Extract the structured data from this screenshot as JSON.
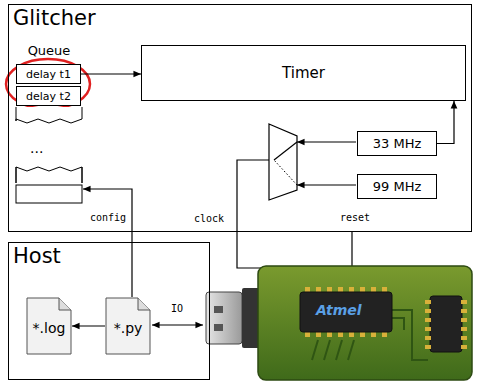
{
  "diagram": {
    "nodes": [
      {
        "text": [
          "Glitcher"
        ]
      },
      {
        "text": [
          "Queue"
        ],
        "in": 0
      },
      {
        "text": [
          "delay t1"
        ],
        "in": 1
      },
      {
        "text": [
          "delay t2"
        ],
        "in": 1
      },
      {
        "text": [
          "Timer"
        ],
        "in": 0
      },
      {
        "text": [
          "33 MHz"
        ],
        "in": 0
      },
      {
        "text": [
          "99 MHz"
        ],
        "in": 0
      },
      {
        "text": [
          "Host"
        ]
      },
      {
        "text": [
          "*.log"
        ],
        "in": 7
      },
      {
        "text": [
          "*.py"
        ],
        "in": 7
      }
    ],
    "edges": [
      {
        "from": 2,
        "to": 4,
        "arrow": "to"
      },
      {
        "from": 5,
        "to": 4,
        "arrow": "to"
      },
      {
        "from": 9,
        "to": 1,
        "label": "config",
        "arrow": "to"
      },
      {
        "from": 9,
        "to": 8,
        "arrow": "to"
      }
    ],
    "labels": [
      "...",
      "clock",
      "reset",
      "IO",
      "Atmel"
    ]
  }
}
